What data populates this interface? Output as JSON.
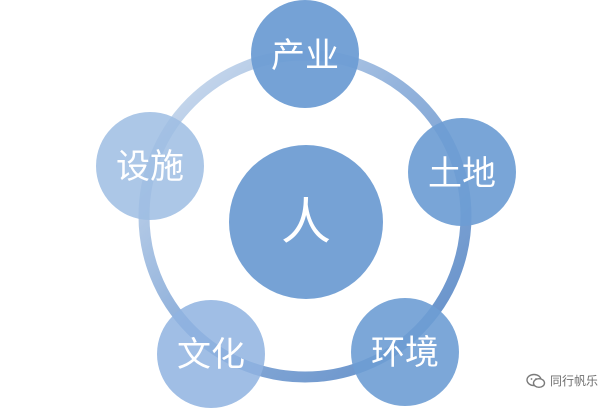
{
  "diagram": {
    "center": {
      "label": "人"
    },
    "nodes": [
      {
        "id": "industry",
        "label": "产业"
      },
      {
        "id": "land",
        "label": "土地"
      },
      {
        "id": "environment",
        "label": "环境"
      },
      {
        "id": "culture",
        "label": "文化"
      },
      {
        "id": "facilities",
        "label": "设施"
      }
    ]
  },
  "colors": {
    "ring": "#6b95cc",
    "ring_light": "#c9d8ec",
    "center_fill": "#6f9dd3",
    "node_fill": "#6e9dd4",
    "node_fill_light": "#9dbde3",
    "label": "#ffffff"
  },
  "watermark": {
    "icon": "wechat-icon",
    "text": "同行帆乐"
  }
}
